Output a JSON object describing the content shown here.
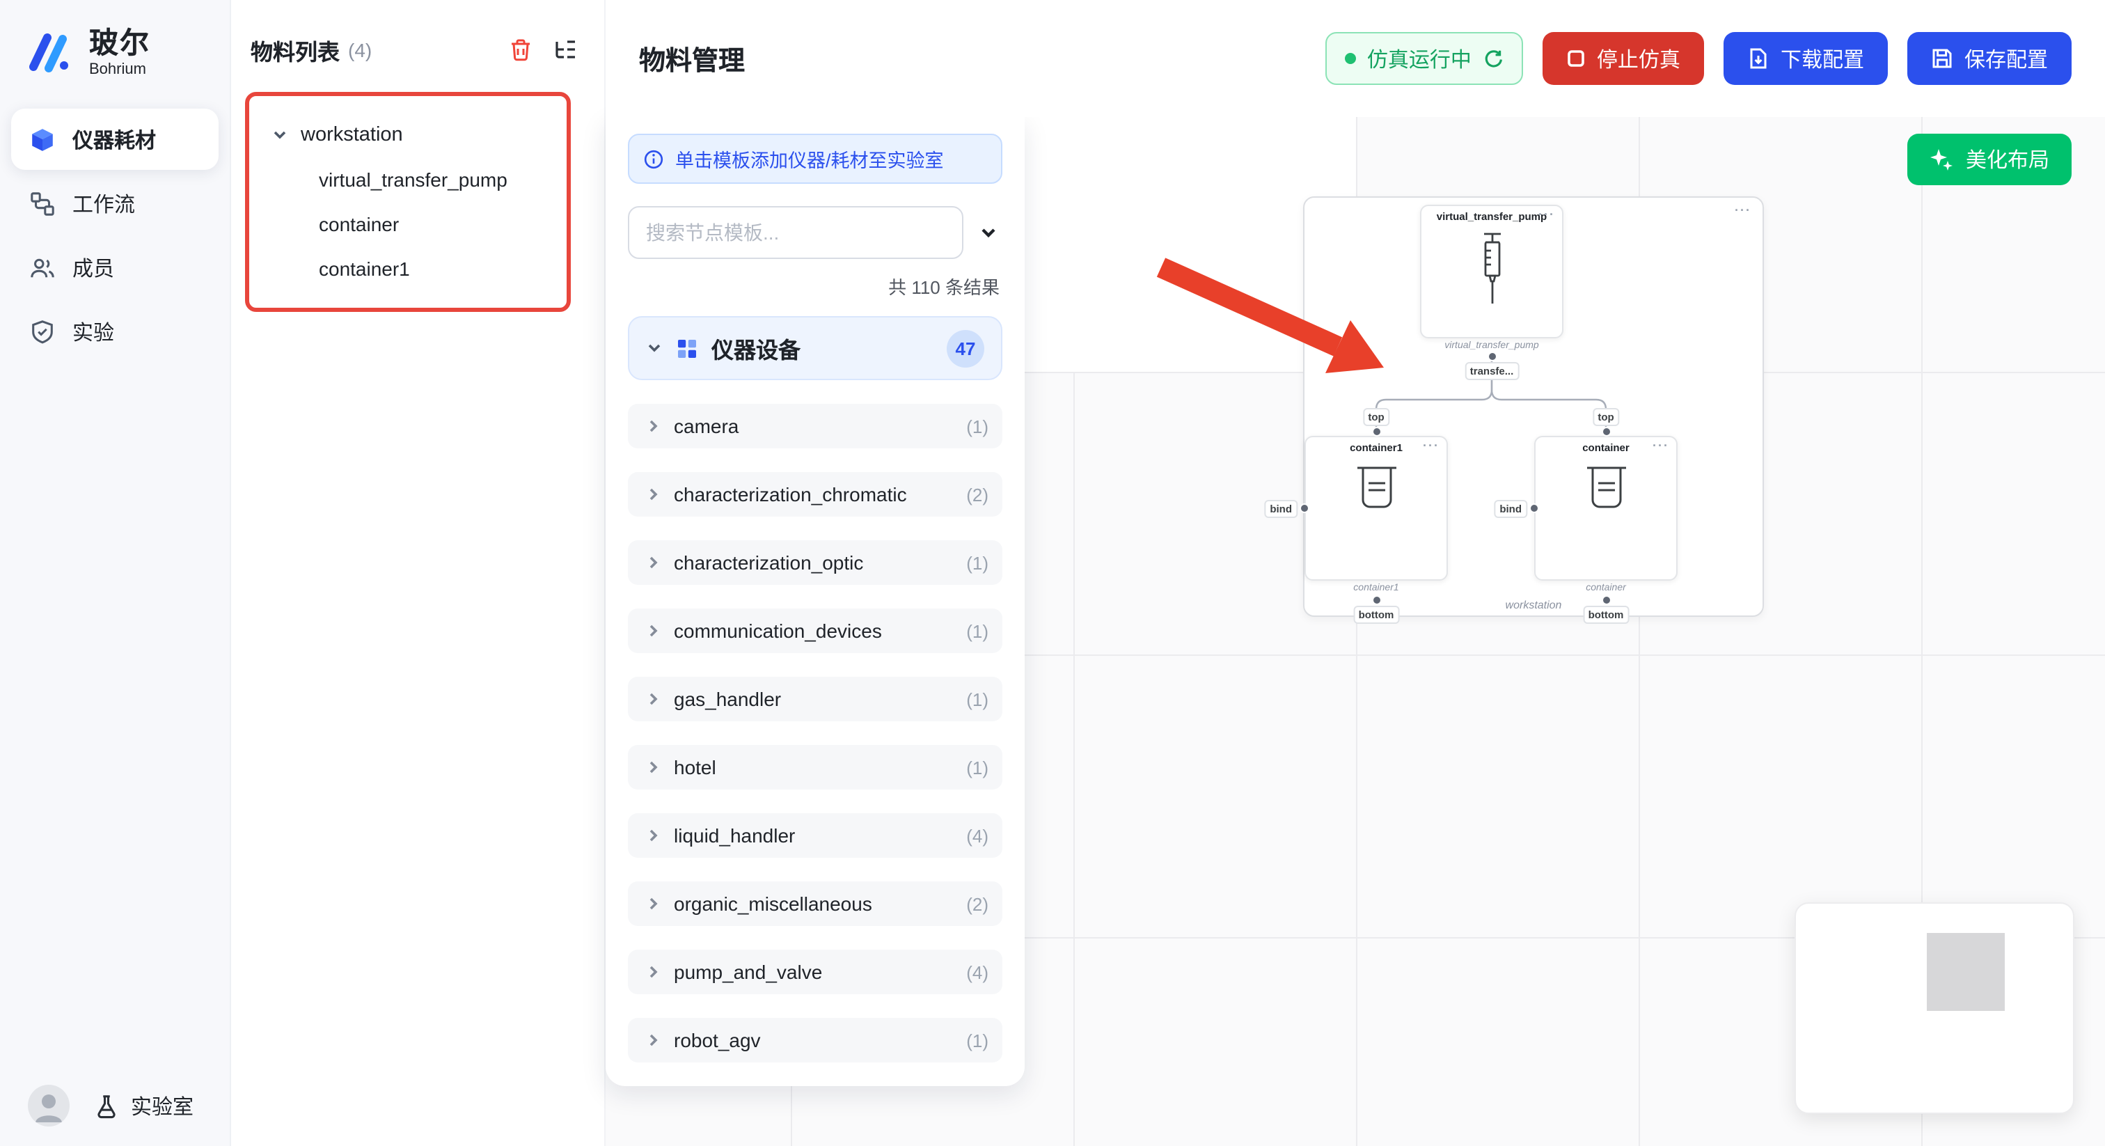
{
  "colors": {
    "brand": "#2b50ed",
    "danger": "#d6362c",
    "success": "#00c16d",
    "arrow_red": "#e8402a",
    "tree_outline": "#e8463c"
  },
  "sidebar": {
    "logo_title": "玻尔",
    "logo_subtitle": "Bohrium",
    "items": [
      {
        "label": "仪器耗材"
      },
      {
        "label": "工作流"
      },
      {
        "label": "成员"
      },
      {
        "label": "实验"
      }
    ],
    "footer_label": "实验室"
  },
  "list_panel": {
    "title": "物料列表",
    "count": "(4)",
    "tree": {
      "root": "workstation",
      "children": [
        {
          "label": "virtual_transfer_pump"
        },
        {
          "label": "container"
        },
        {
          "label": "container1"
        }
      ]
    }
  },
  "header": {
    "title": "物料管理",
    "status_label": "仿真运行中",
    "stop_label": "停止仿真",
    "download_label": "下载配置",
    "save_label": "保存配置"
  },
  "template_panel": {
    "banner": "单击模板添加仪器/耗材至实验室",
    "search_placeholder": "搜索节点模板...",
    "results_text": "共 110 条结果",
    "category": {
      "label": "仪器设备",
      "badge": "47"
    },
    "items": [
      {
        "label": "camera",
        "count": "(1)"
      },
      {
        "label": "characterization_chromatic",
        "count": "(2)"
      },
      {
        "label": "characterization_optic",
        "count": "(1)"
      },
      {
        "label": "communication_devices",
        "count": "(1)"
      },
      {
        "label": "gas_handler",
        "count": "(1)"
      },
      {
        "label": "hotel",
        "count": "(1)"
      },
      {
        "label": "liquid_handler",
        "count": "(4)"
      },
      {
        "label": "organic_miscellaneous",
        "count": "(2)"
      },
      {
        "label": "pump_and_valve",
        "count": "(4)"
      },
      {
        "label": "robot_agv",
        "count": "(1)"
      }
    ]
  },
  "canvas": {
    "beautify_label": "美化布局",
    "workstation_label": "workstation",
    "pump": {
      "title": "virtual_transfer_pump",
      "subtitle": "virtual_transfer_pump",
      "port": "transfe..."
    },
    "containers": [
      {
        "title": "container1",
        "subtitle": "container1"
      },
      {
        "title": "container",
        "subtitle": "container"
      }
    ],
    "port_labels": {
      "top": "top",
      "bind": "bind",
      "bottom": "bottom"
    },
    "more_icon": "···"
  }
}
